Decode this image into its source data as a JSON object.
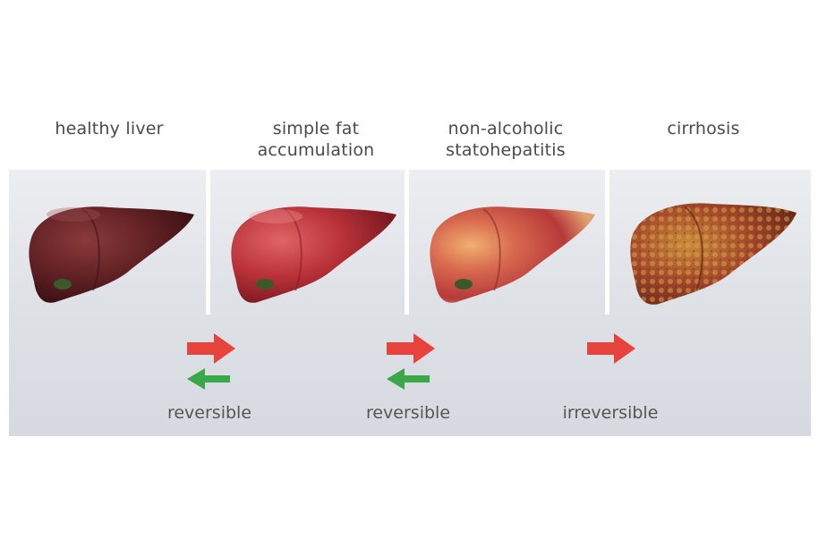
{
  "stages": [
    {
      "label": "healthy liver"
    },
    {
      "label": "simple fat\naccumulation"
    },
    {
      "label": "non-alcoholic\nstatohepatitis"
    },
    {
      "label": "cirrhosis"
    }
  ],
  "transitions": [
    {
      "label": "reversible"
    },
    {
      "label": "reversible"
    },
    {
      "label": "irreversible"
    }
  ],
  "colors": {
    "forward_arrow": "#e8423c",
    "backward_arrow": "#3aa84a"
  }
}
